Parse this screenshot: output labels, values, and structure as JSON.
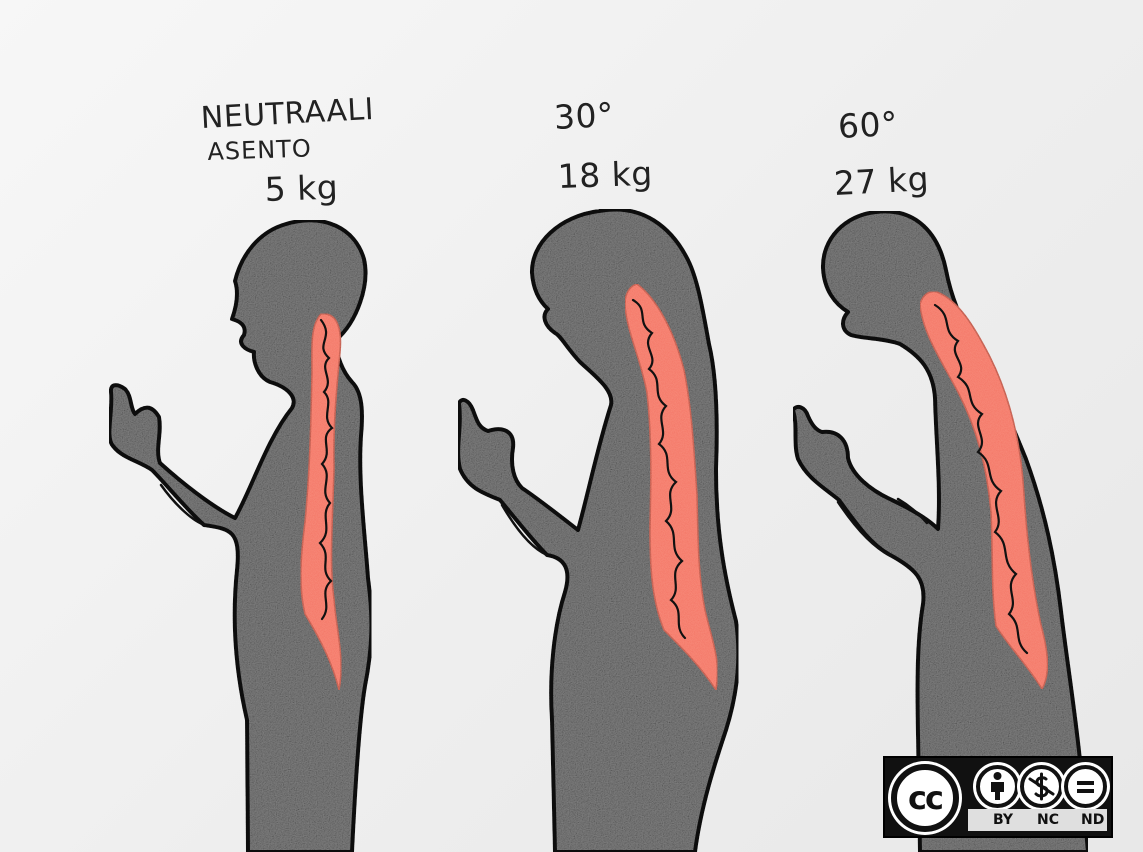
{
  "figures": [
    {
      "posture_line1": "NEUTRAALI",
      "posture_line2": "ASENTO",
      "weight": "5 kg"
    },
    {
      "angle": "30°",
      "weight": "18 kg"
    },
    {
      "angle": "60°",
      "weight": "27 kg"
    }
  ],
  "license": {
    "symbol": "cc",
    "icons": [
      "attribution-icon",
      "noncommercial-icon",
      "no-derivatives-icon"
    ],
    "terms": [
      "BY",
      "NC",
      "ND"
    ]
  },
  "colors": {
    "body_fill": "#7f7f7f",
    "spine_fill": "#f36f60",
    "outline": "#111111",
    "paper": "#f2f2f2"
  }
}
